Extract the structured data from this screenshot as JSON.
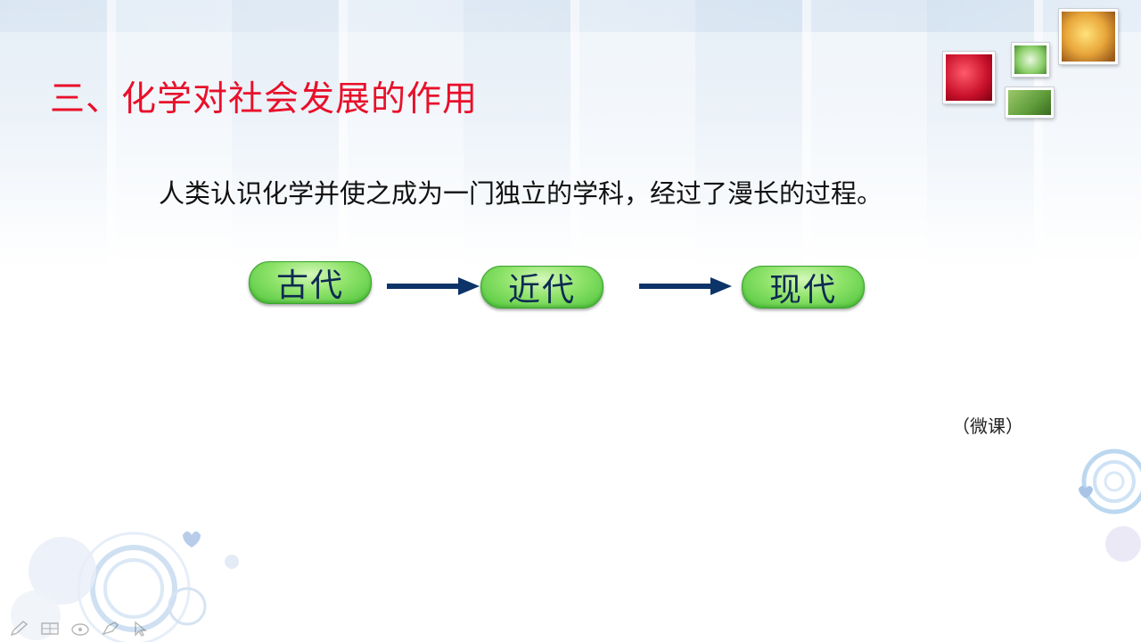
{
  "slide": {
    "title": "三、化学对社会发展的作用",
    "subtitle": "人类认识化学并使之成为一门独立的学科，经过了漫长的过程。",
    "timeline": [
      {
        "label": "古代"
      },
      {
        "label": "近代"
      },
      {
        "label": "现代"
      }
    ],
    "note": "（微课）"
  },
  "colors": {
    "title": "#e8102a",
    "pill_text": "#0d2a52",
    "pill_fill": "#7ddc5a",
    "arrow": "#0d3468"
  },
  "toolbar": {
    "tools": [
      "pen-icon",
      "slides-grid-icon",
      "eraser-icon",
      "highlighter-icon",
      "pointer-icon"
    ]
  }
}
